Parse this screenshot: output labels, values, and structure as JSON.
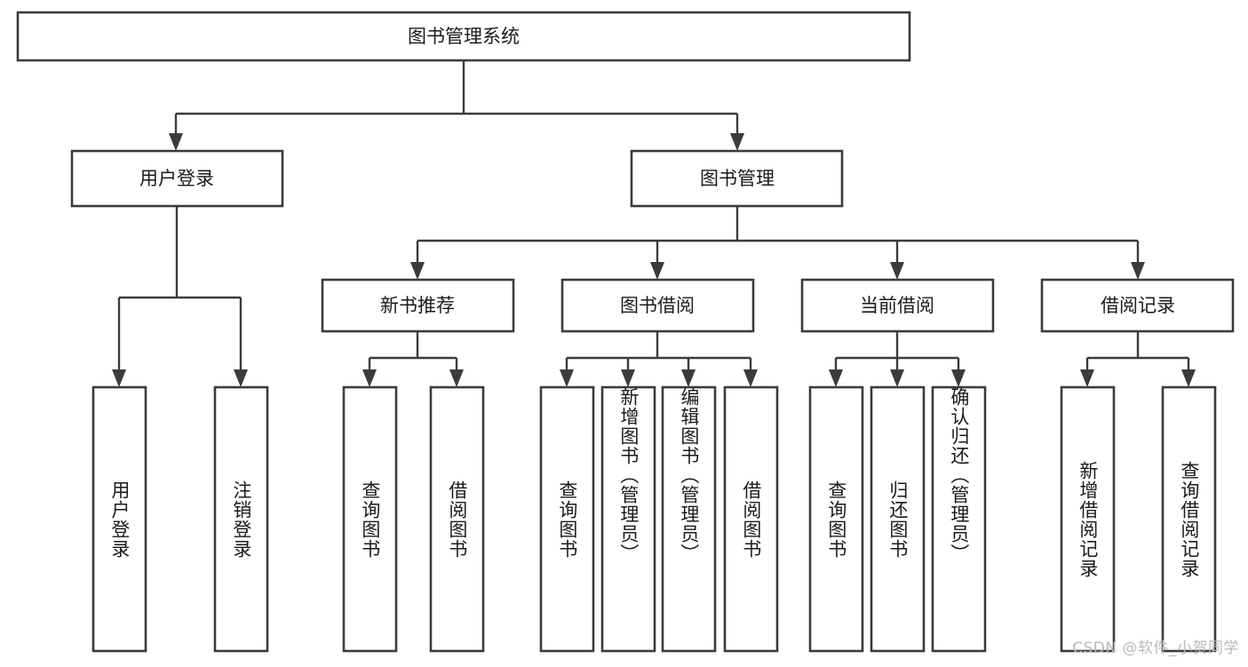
{
  "diagram": {
    "type": "tree",
    "title": "图书管理系统",
    "watermark": "CSDN @软件_小贺同学",
    "colors": {
      "stroke": "#3b3b3b",
      "fill": "#ffffff",
      "text": "#1a1a1a",
      "watermark": "#b9b9b9"
    },
    "levels": {
      "root": {
        "label": "图书管理系统"
      },
      "level2": [
        {
          "label": "用户登录"
        },
        {
          "label": "图书管理"
        }
      ],
      "level3": [
        {
          "label": "新书推荐"
        },
        {
          "label": "图书借阅"
        },
        {
          "label": "当前借阅"
        },
        {
          "label": "借阅记录"
        }
      ],
      "leaves": {
        "user_login": [
          {
            "label": "用户登录"
          },
          {
            "label": "注销登录"
          }
        ],
        "new_book": [
          {
            "label": "查询图书"
          },
          {
            "label": "借阅图书"
          }
        ],
        "book_borrow": [
          {
            "label": "查询图书"
          },
          {
            "label": "新增图书（管理员）"
          },
          {
            "label": "编辑图书（管理员）"
          },
          {
            "label": "借阅图书"
          }
        ],
        "current_borrow": [
          {
            "label": "查询图书"
          },
          {
            "label": "归还图书"
          },
          {
            "label": "确认归还（管理员）"
          }
        ],
        "borrow_record": [
          {
            "label": "新增借阅记录"
          },
          {
            "label": "查询借阅记录"
          }
        ]
      }
    }
  }
}
